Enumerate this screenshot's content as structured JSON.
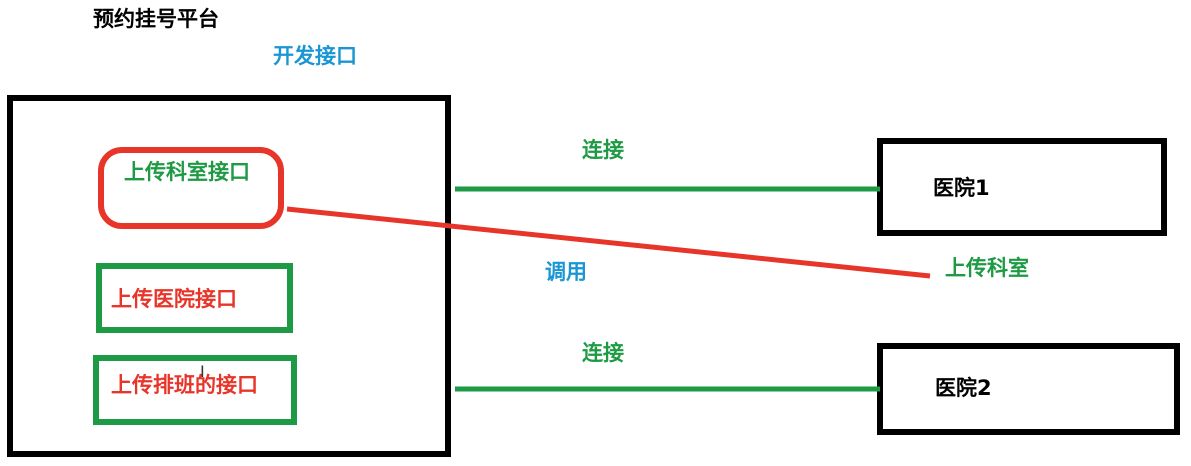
{
  "title": "预约挂号平台",
  "dev_api": "开发接口",
  "platform": {
    "apis": [
      {
        "label": "上传科室接口",
        "color": "#1f9a44",
        "border_color": "#e8352a"
      },
      {
        "label": "上传医院接口",
        "color": "#e8352a",
        "border_color": "#1f9a44"
      },
      {
        "label": "上传排班的接口",
        "color": "#e8352a",
        "border_color": "#1f9a44"
      }
    ]
  },
  "connections": {
    "connect_1": "连接",
    "connect_2": "连接",
    "call": "调用",
    "upload_dept": "上传科室"
  },
  "hospitals": [
    {
      "label": "医院1"
    },
    {
      "label": "医院2"
    }
  ],
  "colors": {
    "green": "#1f9a44",
    "red": "#e8352a",
    "blue": "#1a96d4",
    "black": "#000000"
  },
  "icons": {
    "cursor": "text-cursor-icon"
  }
}
